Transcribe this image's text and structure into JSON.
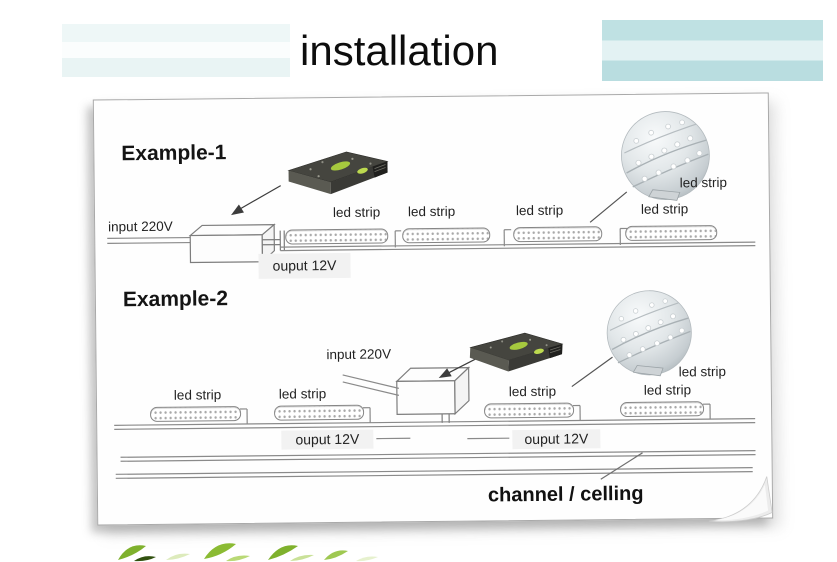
{
  "title": "installation",
  "example1": {
    "heading": "Example-1",
    "input_label": "input 220V",
    "output_label": "ouput 12V",
    "strip_labels": [
      "led strip",
      "led strip",
      "led strip",
      "led strip"
    ],
    "closeup_label": "led strip"
  },
  "example2": {
    "heading": "Example-2",
    "input_label": "input 220V",
    "output_labels": [
      "ouput 12V",
      "ouput 12V"
    ],
    "strip_labels": [
      "led strip",
      "led strip",
      "led strip",
      "led strip"
    ],
    "closeup_label": "led strip"
  },
  "footer": {
    "channel_label": "channel / celling"
  },
  "colors": {
    "header_stripe_teal": "#bfe1e3",
    "header_stripe_teal_light": "#e3f2f3",
    "diagram_line_gray": "#8a8a8a",
    "label_background_gray": "#f2f2f2",
    "power_supply_accent_green": "#a6c93e",
    "leaf_decoration_green": "#7fb12d"
  }
}
